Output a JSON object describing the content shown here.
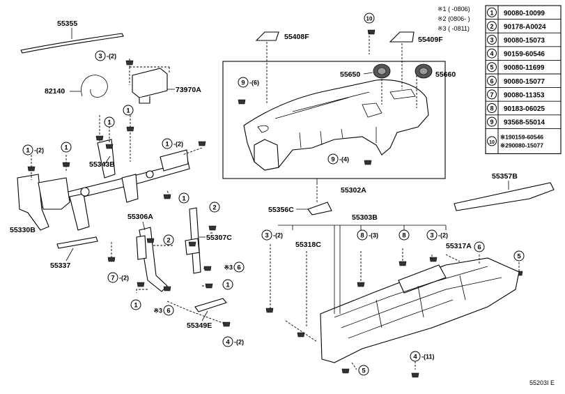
{
  "notes": [
    {
      "mark": "※1",
      "text": "(    -0806)"
    },
    {
      "mark": "※2",
      "text": "(0806-    )"
    },
    {
      "mark": "※3",
      "text": "(    -0811)"
    }
  ],
  "legend": [
    {
      "num": "1",
      "part": "90080-10099"
    },
    {
      "num": "2",
      "part": "90178-A0024"
    },
    {
      "num": "3",
      "part": "90080-15073"
    },
    {
      "num": "4",
      "part": "90159-60546"
    },
    {
      "num": "5",
      "part": "90080-11699"
    },
    {
      "num": "6",
      "part": "90080-15077"
    },
    {
      "num": "7",
      "part": "90080-11353"
    },
    {
      "num": "8",
      "part": "90183-06025"
    },
    {
      "num": "9",
      "part": "93568-55014"
    },
    {
      "num": "10",
      "part": "※190159-60546",
      "part2": "※290080-15077"
    }
  ],
  "labels": {
    "p55355": "55355",
    "p82140": "82140",
    "p73970A": "73970A",
    "p55343B": "55343B",
    "p55330B": "55330B",
    "p55337": "55337",
    "p55306A": "55306A",
    "p55307C": "55307C",
    "p55349E": "55349E",
    "p55408F": "55408F",
    "p55409F": "55409F",
    "p55650": "55650",
    "p55660": "55660",
    "p55302A": "55302A",
    "p55357B": "55357B",
    "p55356C": "55356C",
    "p55303B": "55303B",
    "p55318C": "55318C",
    "p55317A": "55317A",
    "footer_code": "55203I E"
  },
  "callouts": [
    {
      "num": "3",
      "qty": "(2)"
    },
    {
      "num": "1",
      "qty": ""
    },
    {
      "num": "1",
      "qty": ""
    },
    {
      "num": "1",
      "qty": "(2)"
    },
    {
      "num": "1",
      "qty": ""
    },
    {
      "num": "1",
      "qty": "(2)"
    },
    {
      "num": "1",
      "qty": ""
    },
    {
      "num": "2",
      "qty": ""
    },
    {
      "num": "2",
      "qty": ""
    },
    {
      "num": "7",
      "qty": "(2)"
    },
    {
      "num": "1",
      "qty": ""
    },
    {
      "num": "6",
      "qty": "※3"
    },
    {
      "num": "6",
      "qty": "※3"
    },
    {
      "num": "1",
      "qty": ""
    },
    {
      "num": "4",
      "qty": "(2)"
    },
    {
      "num": "10",
      "qty": ""
    },
    {
      "num": "9",
      "qty": "(6)"
    },
    {
      "num": "9",
      "qty": "(4)"
    },
    {
      "num": "3",
      "qty": "(2)"
    },
    {
      "num": "8",
      "qty": "(3)"
    },
    {
      "num": "8",
      "qty": ""
    },
    {
      "num": "3",
      "qty": "(2)"
    },
    {
      "num": "6",
      "qty": ""
    },
    {
      "num": "5",
      "qty": ""
    },
    {
      "num": "5",
      "qty": ""
    },
    {
      "num": "4",
      "qty": "(11)"
    }
  ]
}
